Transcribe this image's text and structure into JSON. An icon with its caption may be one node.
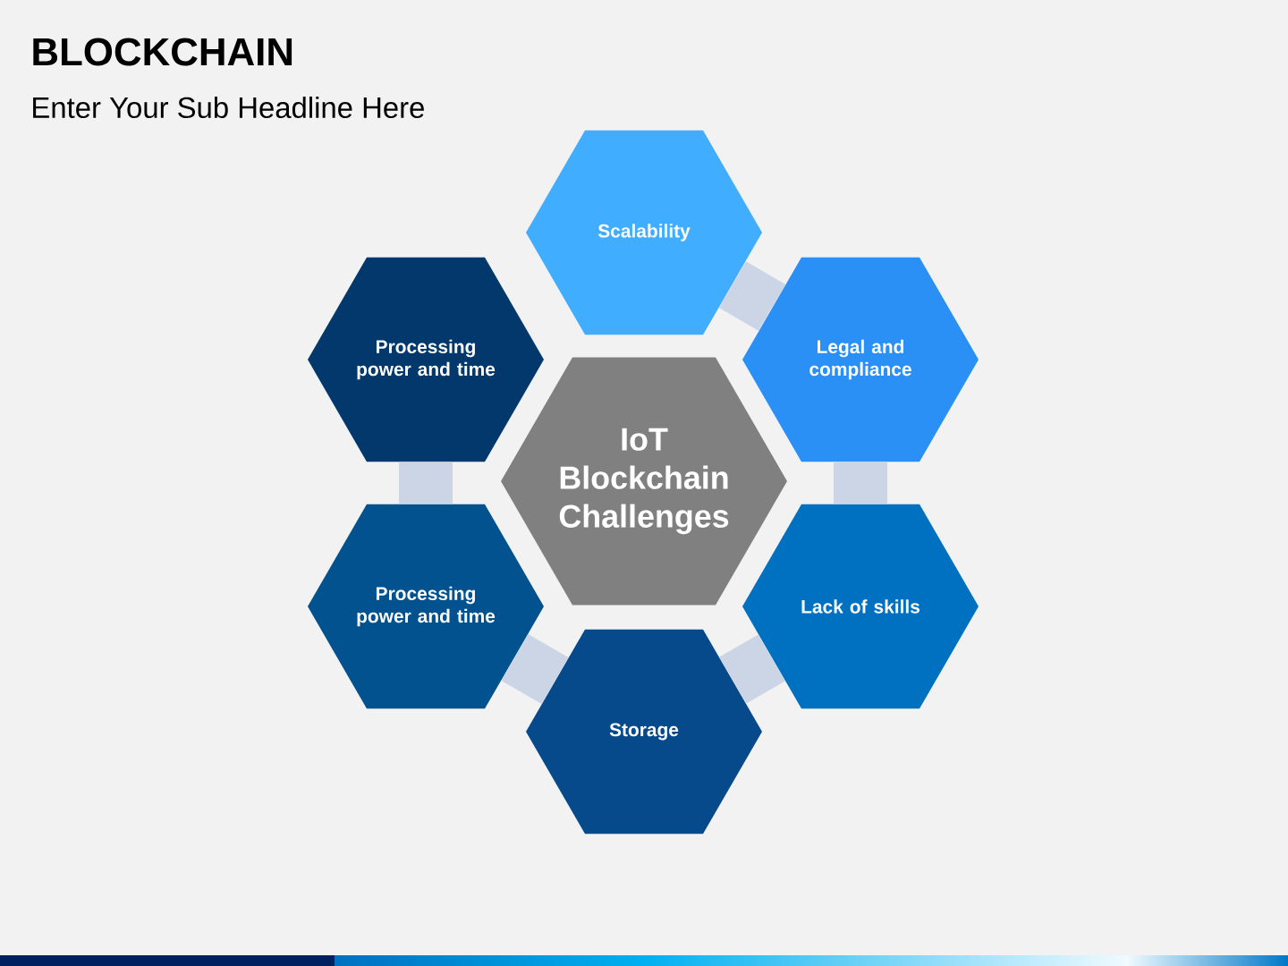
{
  "diagram": {
    "title": "BLOCKCHAIN",
    "caption": "Enter Your Sub Headline Here",
    "nodes": [
      {
        "text": [
          "IoT Blockchain Challenges"
        ]
      },
      {
        "text": [
          "Scalability"
        ]
      },
      {
        "text": [
          "Legal and compliance"
        ]
      },
      {
        "text": [
          "Lack of skills"
        ]
      },
      {
        "text": [
          "Storage"
        ]
      },
      {
        "text": [
          "Processing power and time"
        ]
      },
      {
        "text": [
          "Processing power and time"
        ]
      }
    ],
    "edges": [
      {
        "from": 1,
        "to": 2,
        "arrow": "none"
      },
      {
        "from": 2,
        "to": 3,
        "arrow": "none"
      },
      {
        "from": 3,
        "to": 4,
        "arrow": "none"
      },
      {
        "from": 4,
        "to": 5,
        "arrow": "none"
      },
      {
        "from": 5,
        "to": 6,
        "arrow": "none"
      }
    ]
  }
}
